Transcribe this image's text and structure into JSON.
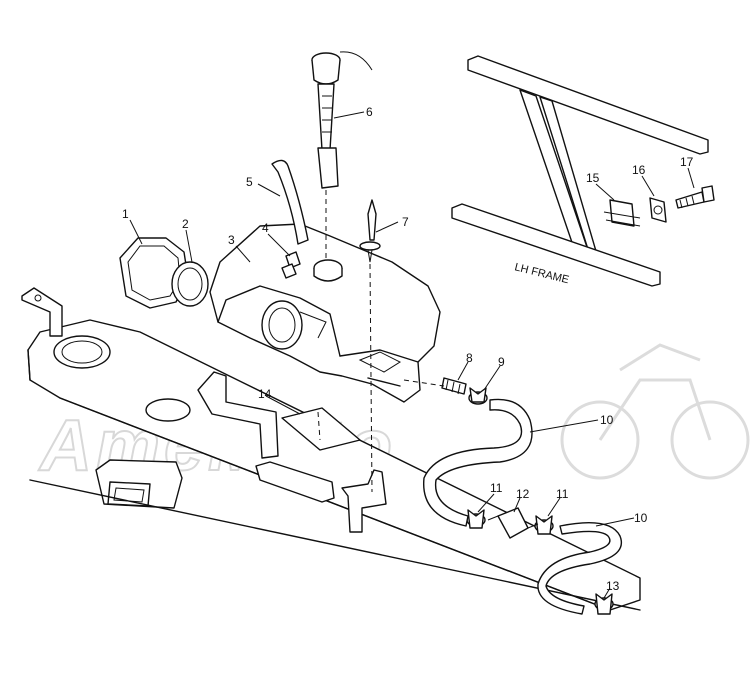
{
  "diagram": {
    "frame_label": "LH FRAME",
    "watermark": "AmeMoto",
    "callouts": [
      {
        "id": "c1",
        "text": "1"
      },
      {
        "id": "c2",
        "text": "2"
      },
      {
        "id": "c3",
        "text": "3"
      },
      {
        "id": "c4",
        "text": "4"
      },
      {
        "id": "c5",
        "text": "5"
      },
      {
        "id": "c6",
        "text": "6"
      },
      {
        "id": "c7",
        "text": "7"
      },
      {
        "id": "c8",
        "text": "8"
      },
      {
        "id": "c9",
        "text": "9"
      },
      {
        "id": "c10a",
        "text": "10"
      },
      {
        "id": "c10b",
        "text": "10"
      },
      {
        "id": "c11a",
        "text": "11"
      },
      {
        "id": "c11b",
        "text": "11"
      },
      {
        "id": "c12",
        "text": "12"
      },
      {
        "id": "c13",
        "text": "13"
      },
      {
        "id": "c14",
        "text": "14"
      },
      {
        "id": "c15",
        "text": "15"
      },
      {
        "id": "c16",
        "text": "16"
      },
      {
        "id": "c17",
        "text": "17"
      }
    ]
  }
}
